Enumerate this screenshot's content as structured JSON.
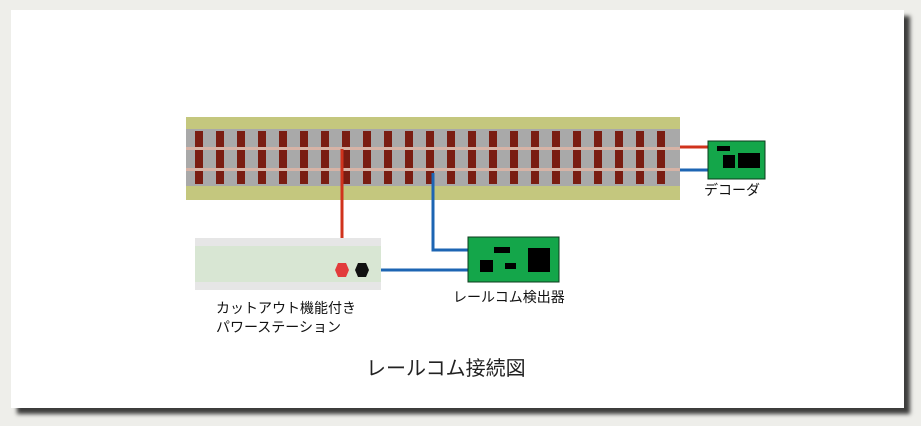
{
  "labels": {
    "decoder": "デコーダ",
    "detector": "レールコム検出器",
    "station_line1": "カットアウト機能付き",
    "station_line2": "パワーステーション",
    "caption": "レールコム接続図"
  },
  "colors": {
    "background": "#eeeeea",
    "panel": "#ffffff",
    "ballast": "#c4c77e",
    "track_bed": "#a9a9a9",
    "sleeper": "#7a1d12",
    "rail": "#d7b3a6",
    "wire_red": "#d0331c",
    "wire_blue": "#1d65b3",
    "board_green": "#14a64a",
    "chip": "#000000",
    "station_body": "#d8e6d3",
    "station_trim": "#e6e6e6",
    "terminal_red": "#e23b3b",
    "terminal_black": "#111111"
  }
}
